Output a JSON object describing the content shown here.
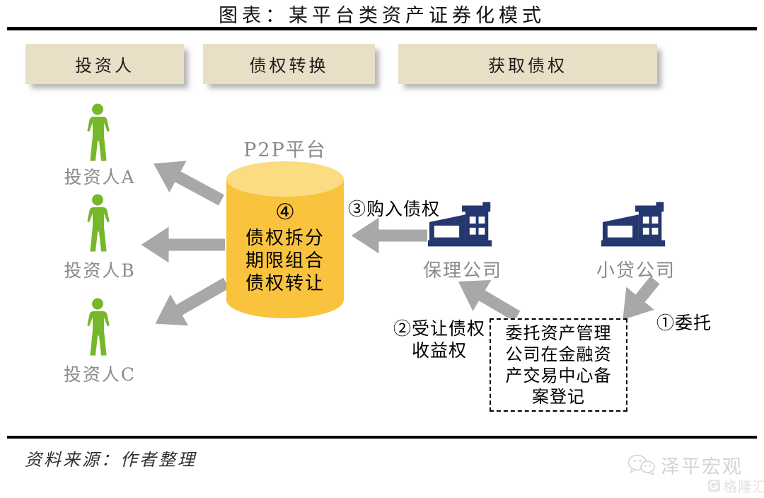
{
  "title": "图表：某平台类资产证券化模式",
  "columns": [
    {
      "label": "投资人"
    },
    {
      "label": "债权转换"
    },
    {
      "label": "获取债权"
    }
  ],
  "investors": [
    {
      "label": "投资人A"
    },
    {
      "label": "投资人B"
    },
    {
      "label": "投资人C"
    }
  ],
  "platform": {
    "name": "P2P平台",
    "badge": "④",
    "functions": [
      "债权拆分",
      "期限组合",
      "债权转让"
    ]
  },
  "companies": [
    {
      "label": "保理公司"
    },
    {
      "label": "小贷公司"
    }
  ],
  "flow_labels": {
    "step1": "①委托",
    "step2": [
      "②受让债权",
      "收益权"
    ],
    "step3": "③购入债权"
  },
  "registration_box": {
    "lines": [
      "委托资产管理",
      "公司在金融资",
      "产交易中心备",
      "案登记"
    ]
  },
  "footer": {
    "source": "资料来源：作者整理"
  },
  "watermarks": {
    "zeping": "泽平宏观",
    "gelonghui": "格隆汇"
  },
  "colors": {
    "header_fill": "#E9DEC6",
    "cylinder_body": "#FAC33E",
    "cylinder_top": "#FBDC82",
    "person_green": "#76B82A",
    "building_navy": "#24386F",
    "arrow_gray": "#A8A8A8",
    "label_gray": "#8A8A8A"
  }
}
